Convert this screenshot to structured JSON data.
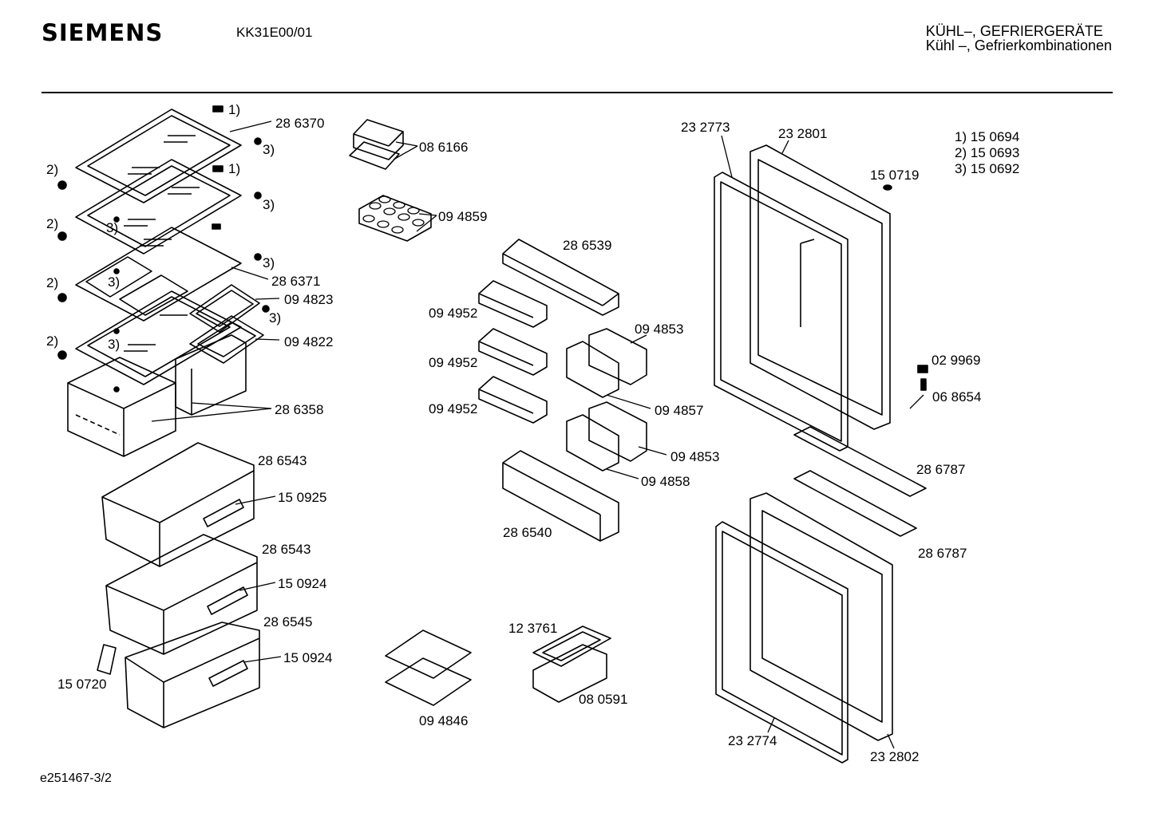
{
  "header": {
    "brand": "SIEMENS",
    "model": "KK31E00/01",
    "category_line1": "KÜHL–, GEFRIERGERÄTE",
    "category_line2": "Kühl –, Gefrierkombinationen"
  },
  "legend": [
    {
      "key": "1)",
      "part": "15 0694"
    },
    {
      "key": "2)",
      "part": "15 0693"
    },
    {
      "key": "3)",
      "part": "15 0692"
    }
  ],
  "parts": {
    "p286370": "28 6370",
    "p086166": "08 6166",
    "p094859": "09 4859",
    "p286371": "28 6371",
    "p094823": "09 4823",
    "p094822": "09 4822",
    "p286358": "28 6358",
    "p286543a": "28 6543",
    "p150925": "15 0925",
    "p286543b": "28 6543",
    "p150924a": "15 0924",
    "p286545": "28 6545",
    "p150924b": "15 0924",
    "p150720": "15 0720",
    "p286539": "28 6539",
    "p094952a": "09 4952",
    "p094952b": "09 4952",
    "p094952c": "09 4952",
    "p094853a": "09 4853",
    "p094857": "09 4857",
    "p094853b": "09 4853",
    "p094858": "09 4858",
    "p286540": "28 6540",
    "p123761": "12 3761",
    "p080591": "08 0591",
    "p094846": "09 4846",
    "p232773": "23 2773",
    "p232801": "23 2801",
    "p150719": "15 0719",
    "p029969": "02 9969",
    "p068654": "06 8654",
    "p286787a": "28 6787",
    "p286787b": "28 6787",
    "p232774": "23 2774",
    "p232802": "23 2802"
  },
  "callouts": {
    "c1": "1)",
    "c2": "2)",
    "c3": "3)"
  },
  "footer": "e251467-3/2"
}
